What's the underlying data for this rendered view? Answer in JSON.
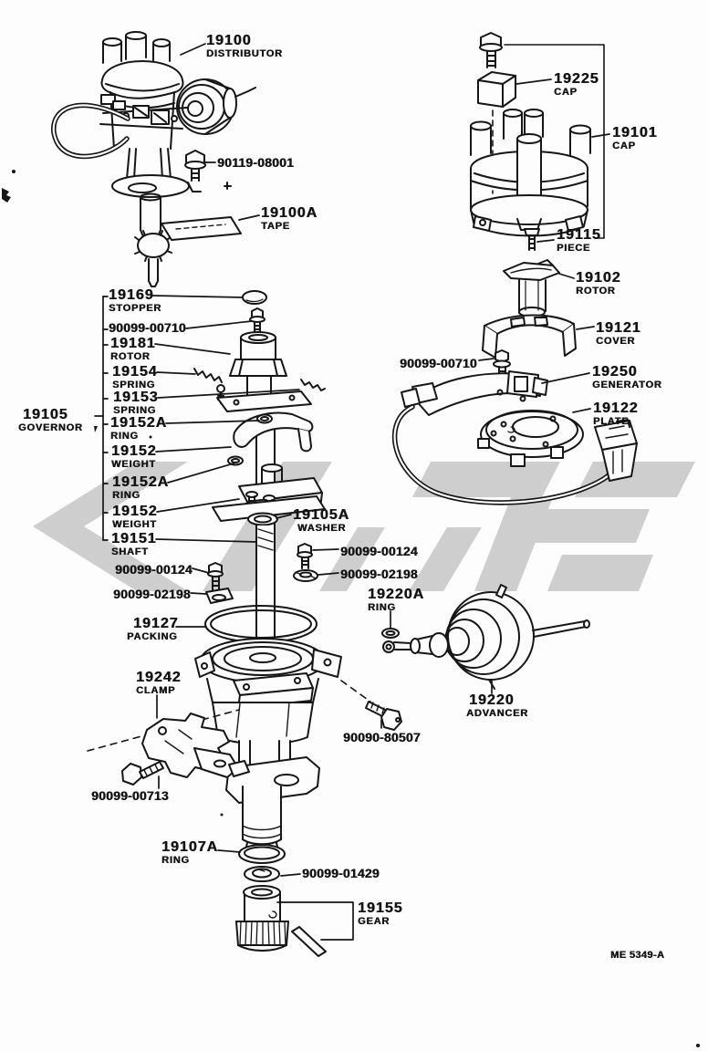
{
  "doc": {
    "type": "exploded-parts-diagram",
    "subject": "distributor assembly",
    "drawing_code": "ME 5349-A",
    "colors": {
      "ink": "#161616",
      "background": "#fdfdfd",
      "watermark": "#c9c9c9"
    }
  },
  "parts": {
    "p19100": {
      "number": "19100",
      "caption": "DISTRIBUTOR"
    },
    "p90119_08001": {
      "number": "90119-08001"
    },
    "p19100A": {
      "number": "19100A",
      "caption": "TAPE"
    },
    "p19225": {
      "number": "19225",
      "caption": "CAP"
    },
    "p19101": {
      "number": "19101",
      "caption": "CAP"
    },
    "p19115": {
      "number": "19115",
      "caption": "PIECE"
    },
    "p19102": {
      "number": "19102",
      "caption": "ROTOR"
    },
    "p19121": {
      "number": "19121",
      "caption": "COVER"
    },
    "p90099_00710_r": {
      "number": "90099-00710"
    },
    "p19250": {
      "number": "19250",
      "caption": "GENERATOR"
    },
    "p19122": {
      "number": "19122",
      "caption": "PLATE"
    },
    "p19169": {
      "number": "19169",
      "caption": "STOPPER"
    },
    "p90099_00710_l": {
      "number": "90099-00710"
    },
    "p19181": {
      "number": "19181",
      "caption": "ROTOR"
    },
    "p19154": {
      "number": "19154",
      "caption": "SPRING"
    },
    "p19153": {
      "number": "19153",
      "caption": "SPRING"
    },
    "p19105": {
      "number": "19105",
      "caption": "GOVERNOR"
    },
    "p19152A_1": {
      "number": "19152A",
      "caption": "RING"
    },
    "p19152_1": {
      "number": "19152",
      "caption": "WEIGHT"
    },
    "p19152A_2": {
      "number": "19152A",
      "caption": "RING"
    },
    "p19152_2": {
      "number": "19152",
      "caption": "WEIGHT"
    },
    "p19151": {
      "number": "19151",
      "caption": "SHAFT"
    },
    "p19105A": {
      "number": "19105A",
      "caption": "WASHER"
    },
    "p90099_00124_r": {
      "number": "90099-00124"
    },
    "p90099_02198_r": {
      "number": "90099-02198"
    },
    "p90099_00124_l": {
      "number": "90099-00124"
    },
    "p90099_02198_l": {
      "number": "90099-02198"
    },
    "p19220A": {
      "number": "19220A",
      "caption": "RING"
    },
    "p19127": {
      "number": "19127",
      "caption": "PACKING"
    },
    "p19242": {
      "number": "19242",
      "caption": "CLAMP"
    },
    "p90099_00713": {
      "number": "90099-00713"
    },
    "p19220": {
      "number": "19220",
      "caption": "ADVANCER"
    },
    "p90090_80507": {
      "number": "90090-80507"
    },
    "p19107A": {
      "number": "19107A",
      "caption": "RING"
    },
    "p90099_01429": {
      "number": "90099-01429"
    },
    "p19155": {
      "number": "19155",
      "caption": "GEAR"
    }
  },
  "footer": {
    "drawing_code": "ME 5349-A"
  }
}
